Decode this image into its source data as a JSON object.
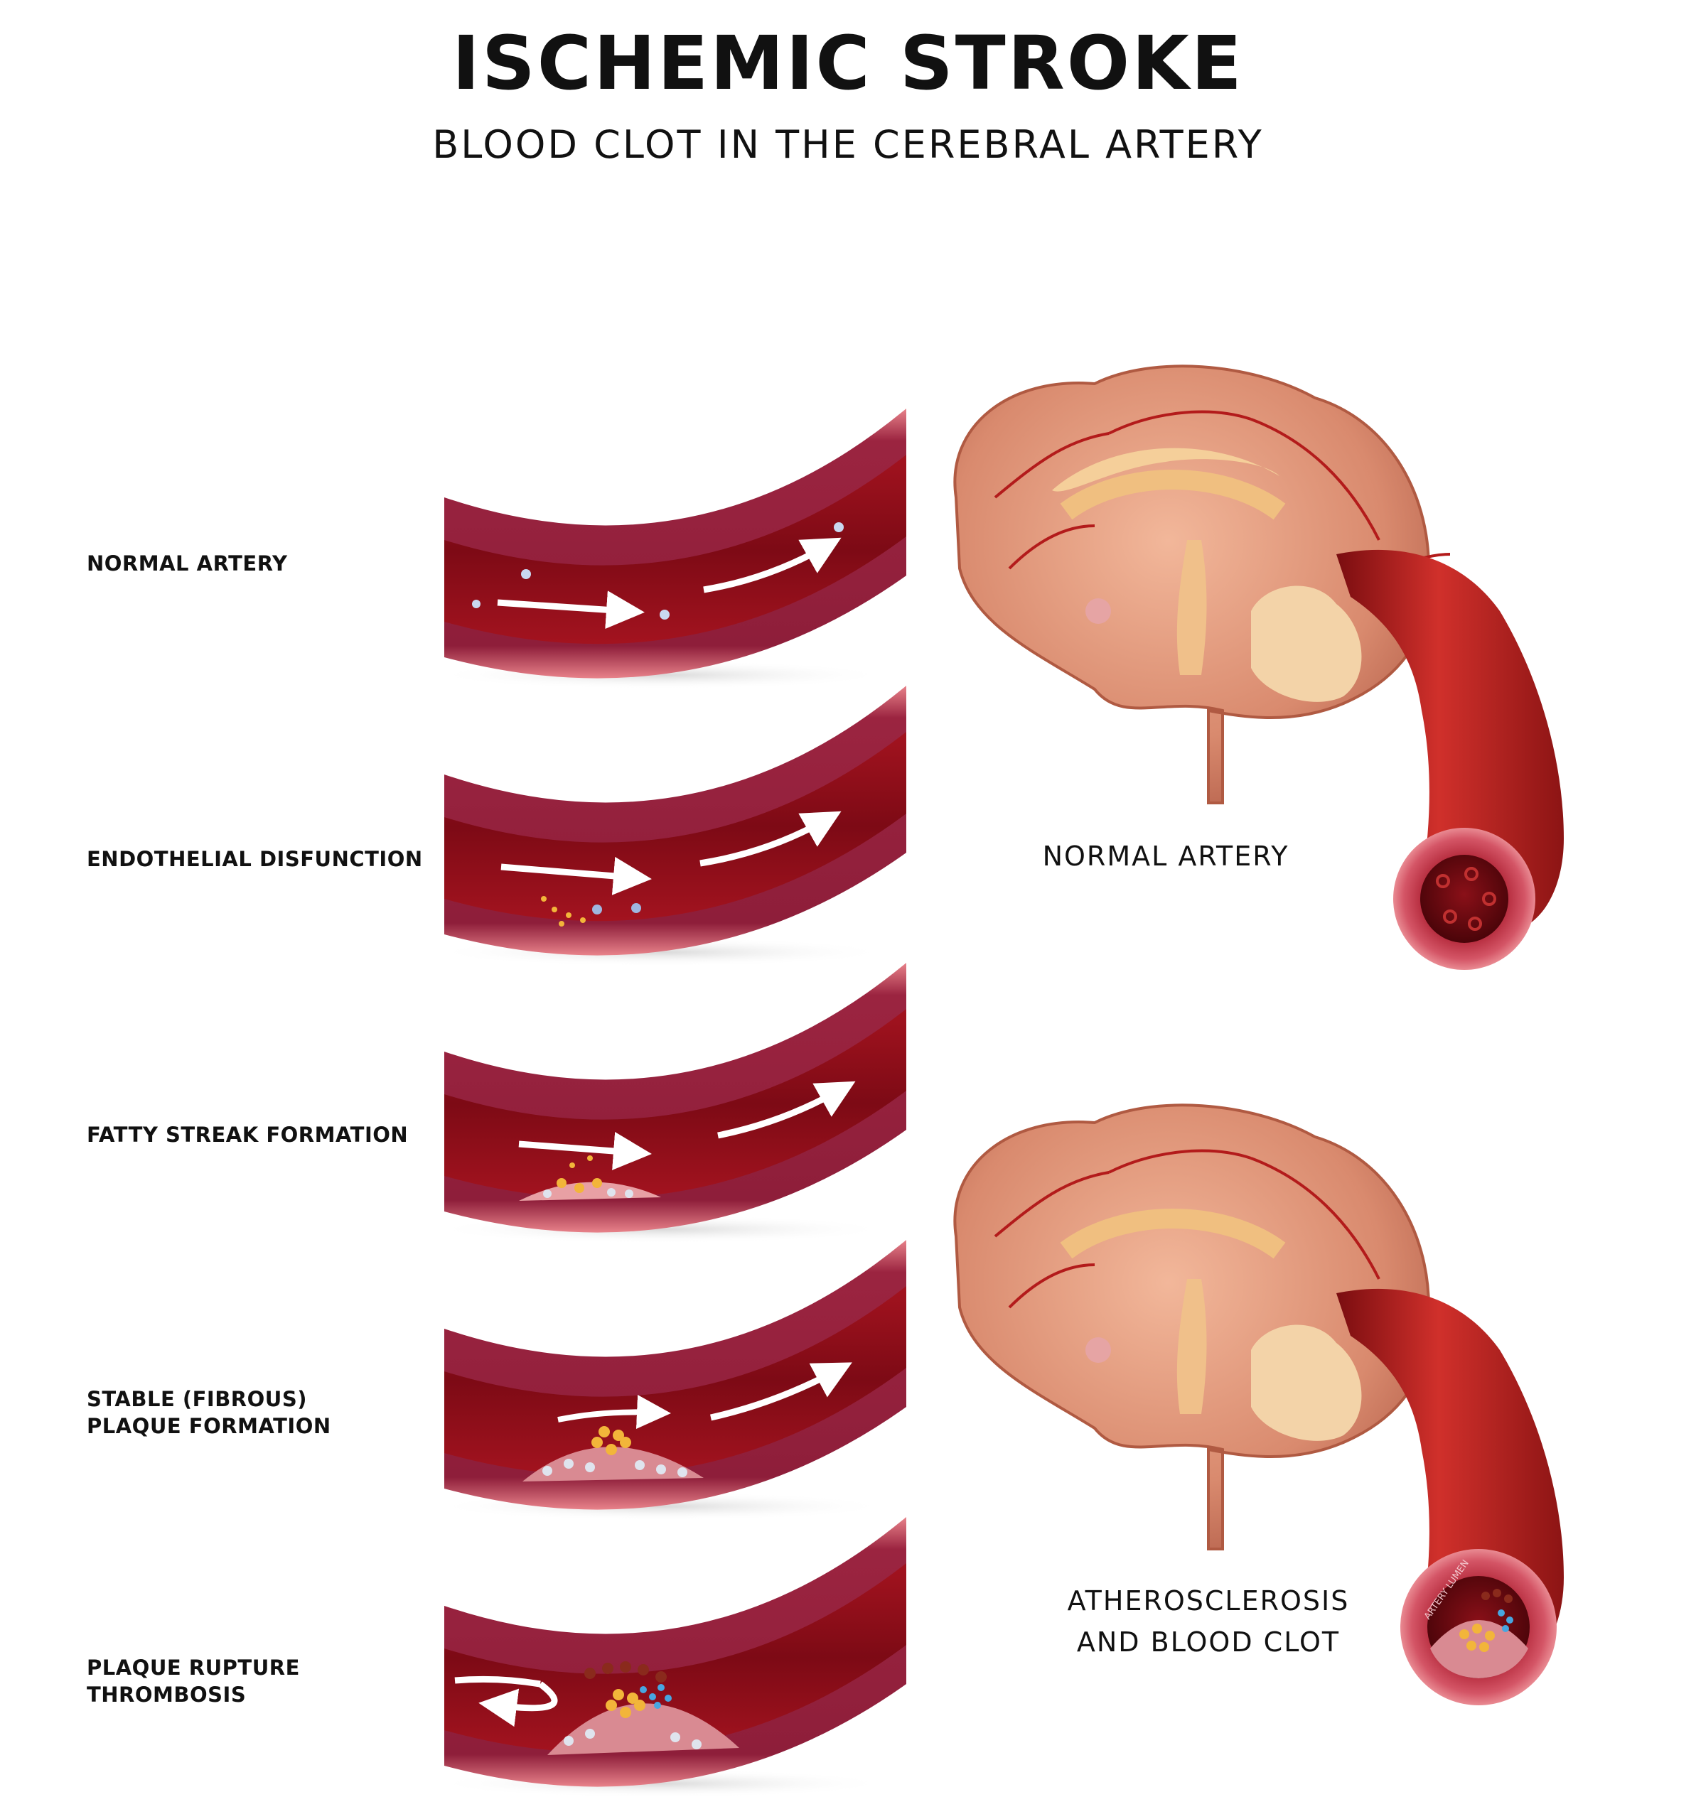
{
  "header": {
    "title": "ISCHEMIC STROKE",
    "subtitle": "BLOOD CLOT IN THE CEREBRAL ARTERY"
  },
  "stages": [
    {
      "label": "NORMAL ARTERY"
    },
    {
      "label": "ENDOTHELIAL DISFUNCTION"
    },
    {
      "label": "FATTY STREAK FORMATION"
    },
    {
      "label": "STABLE (FIBROUS) PLAQUE FORMATION"
    },
    {
      "label": "PLAQUE RUPTURE THROMBOSIS"
    }
  ],
  "brains": [
    {
      "caption": "NORMAL ARTERY"
    },
    {
      "caption": "ATHEROSCLEROSIS AND BLOOD CLOT"
    }
  ],
  "cross_section_label": "ARTERY LUMEN",
  "colors": {
    "artery_wall": "#8e1e3a",
    "artery_lining": "#e0707a",
    "lumen": "#8a0c18",
    "brain": "#d98a6e",
    "vessel": "#b31b1b",
    "plaque_fat": "#f2b53a"
  }
}
